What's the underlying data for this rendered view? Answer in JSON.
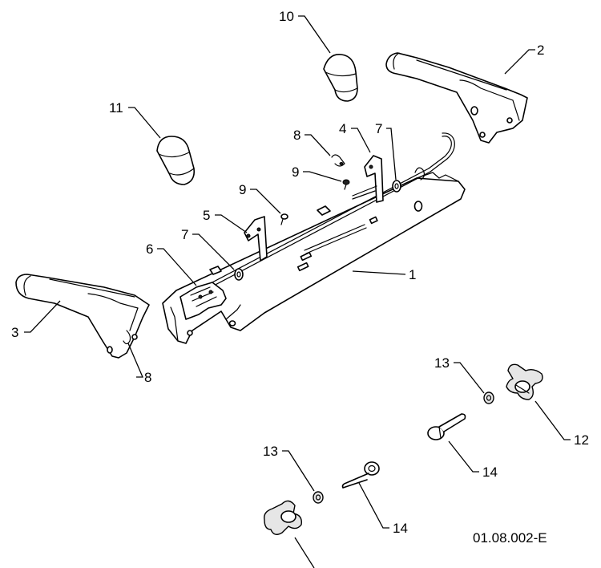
{
  "callouts": [
    {
      "id": "c1",
      "label": "1"
    },
    {
      "id": "c2",
      "label": "2"
    },
    {
      "id": "c3",
      "label": "3"
    },
    {
      "id": "c4",
      "label": "4"
    },
    {
      "id": "c5",
      "label": "5"
    },
    {
      "id": "c6",
      "label": "6"
    },
    {
      "id": "c7a",
      "label": "7"
    },
    {
      "id": "c7b",
      "label": "7"
    },
    {
      "id": "c8a",
      "label": "8"
    },
    {
      "id": "c8b",
      "label": "8"
    },
    {
      "id": "c9a",
      "label": "9"
    },
    {
      "id": "c9b",
      "label": "9"
    },
    {
      "id": "c10",
      "label": "10"
    },
    {
      "id": "c11",
      "label": "11"
    },
    {
      "id": "c12",
      "label": "12"
    },
    {
      "id": "c13a",
      "label": "13"
    },
    {
      "id": "c13b",
      "label": "13"
    },
    {
      "id": "c14a",
      "label": "14"
    },
    {
      "id": "c14b",
      "label": "14"
    }
  ],
  "reference_code": "01.08.002-E"
}
